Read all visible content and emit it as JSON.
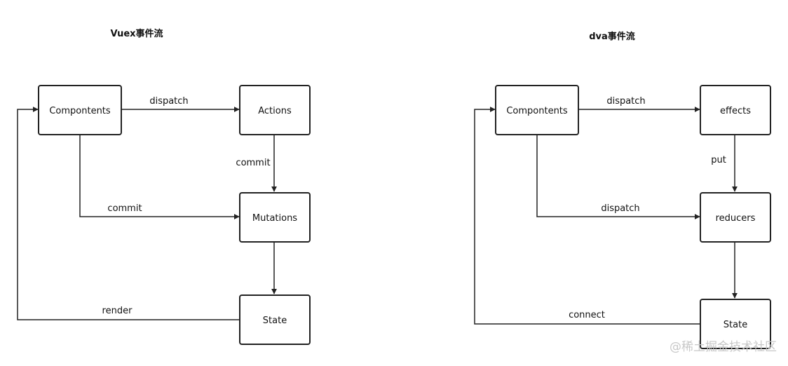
{
  "vuex": {
    "title": "Vuex事件流",
    "nodes": {
      "components": "Compontents",
      "actions": "Actions",
      "mutations": "Mutations",
      "state": "State"
    },
    "edges": {
      "dispatch": "dispatch",
      "commit_actions": "commit",
      "commit_components": "commit",
      "render": "render"
    }
  },
  "dva": {
    "title": "dva事件流",
    "nodes": {
      "components": "Compontents",
      "effects": "effects",
      "reducers": "reducers",
      "state": "State"
    },
    "edges": {
      "dispatch_effects": "dispatch",
      "put": "put",
      "dispatch_reducers": "dispatch",
      "connect": "connect"
    }
  },
  "watermark": "@稀土掘金技术社区",
  "colors": {
    "stroke": "#222222",
    "text": "#111111",
    "watermark": "#c8c8c8"
  }
}
